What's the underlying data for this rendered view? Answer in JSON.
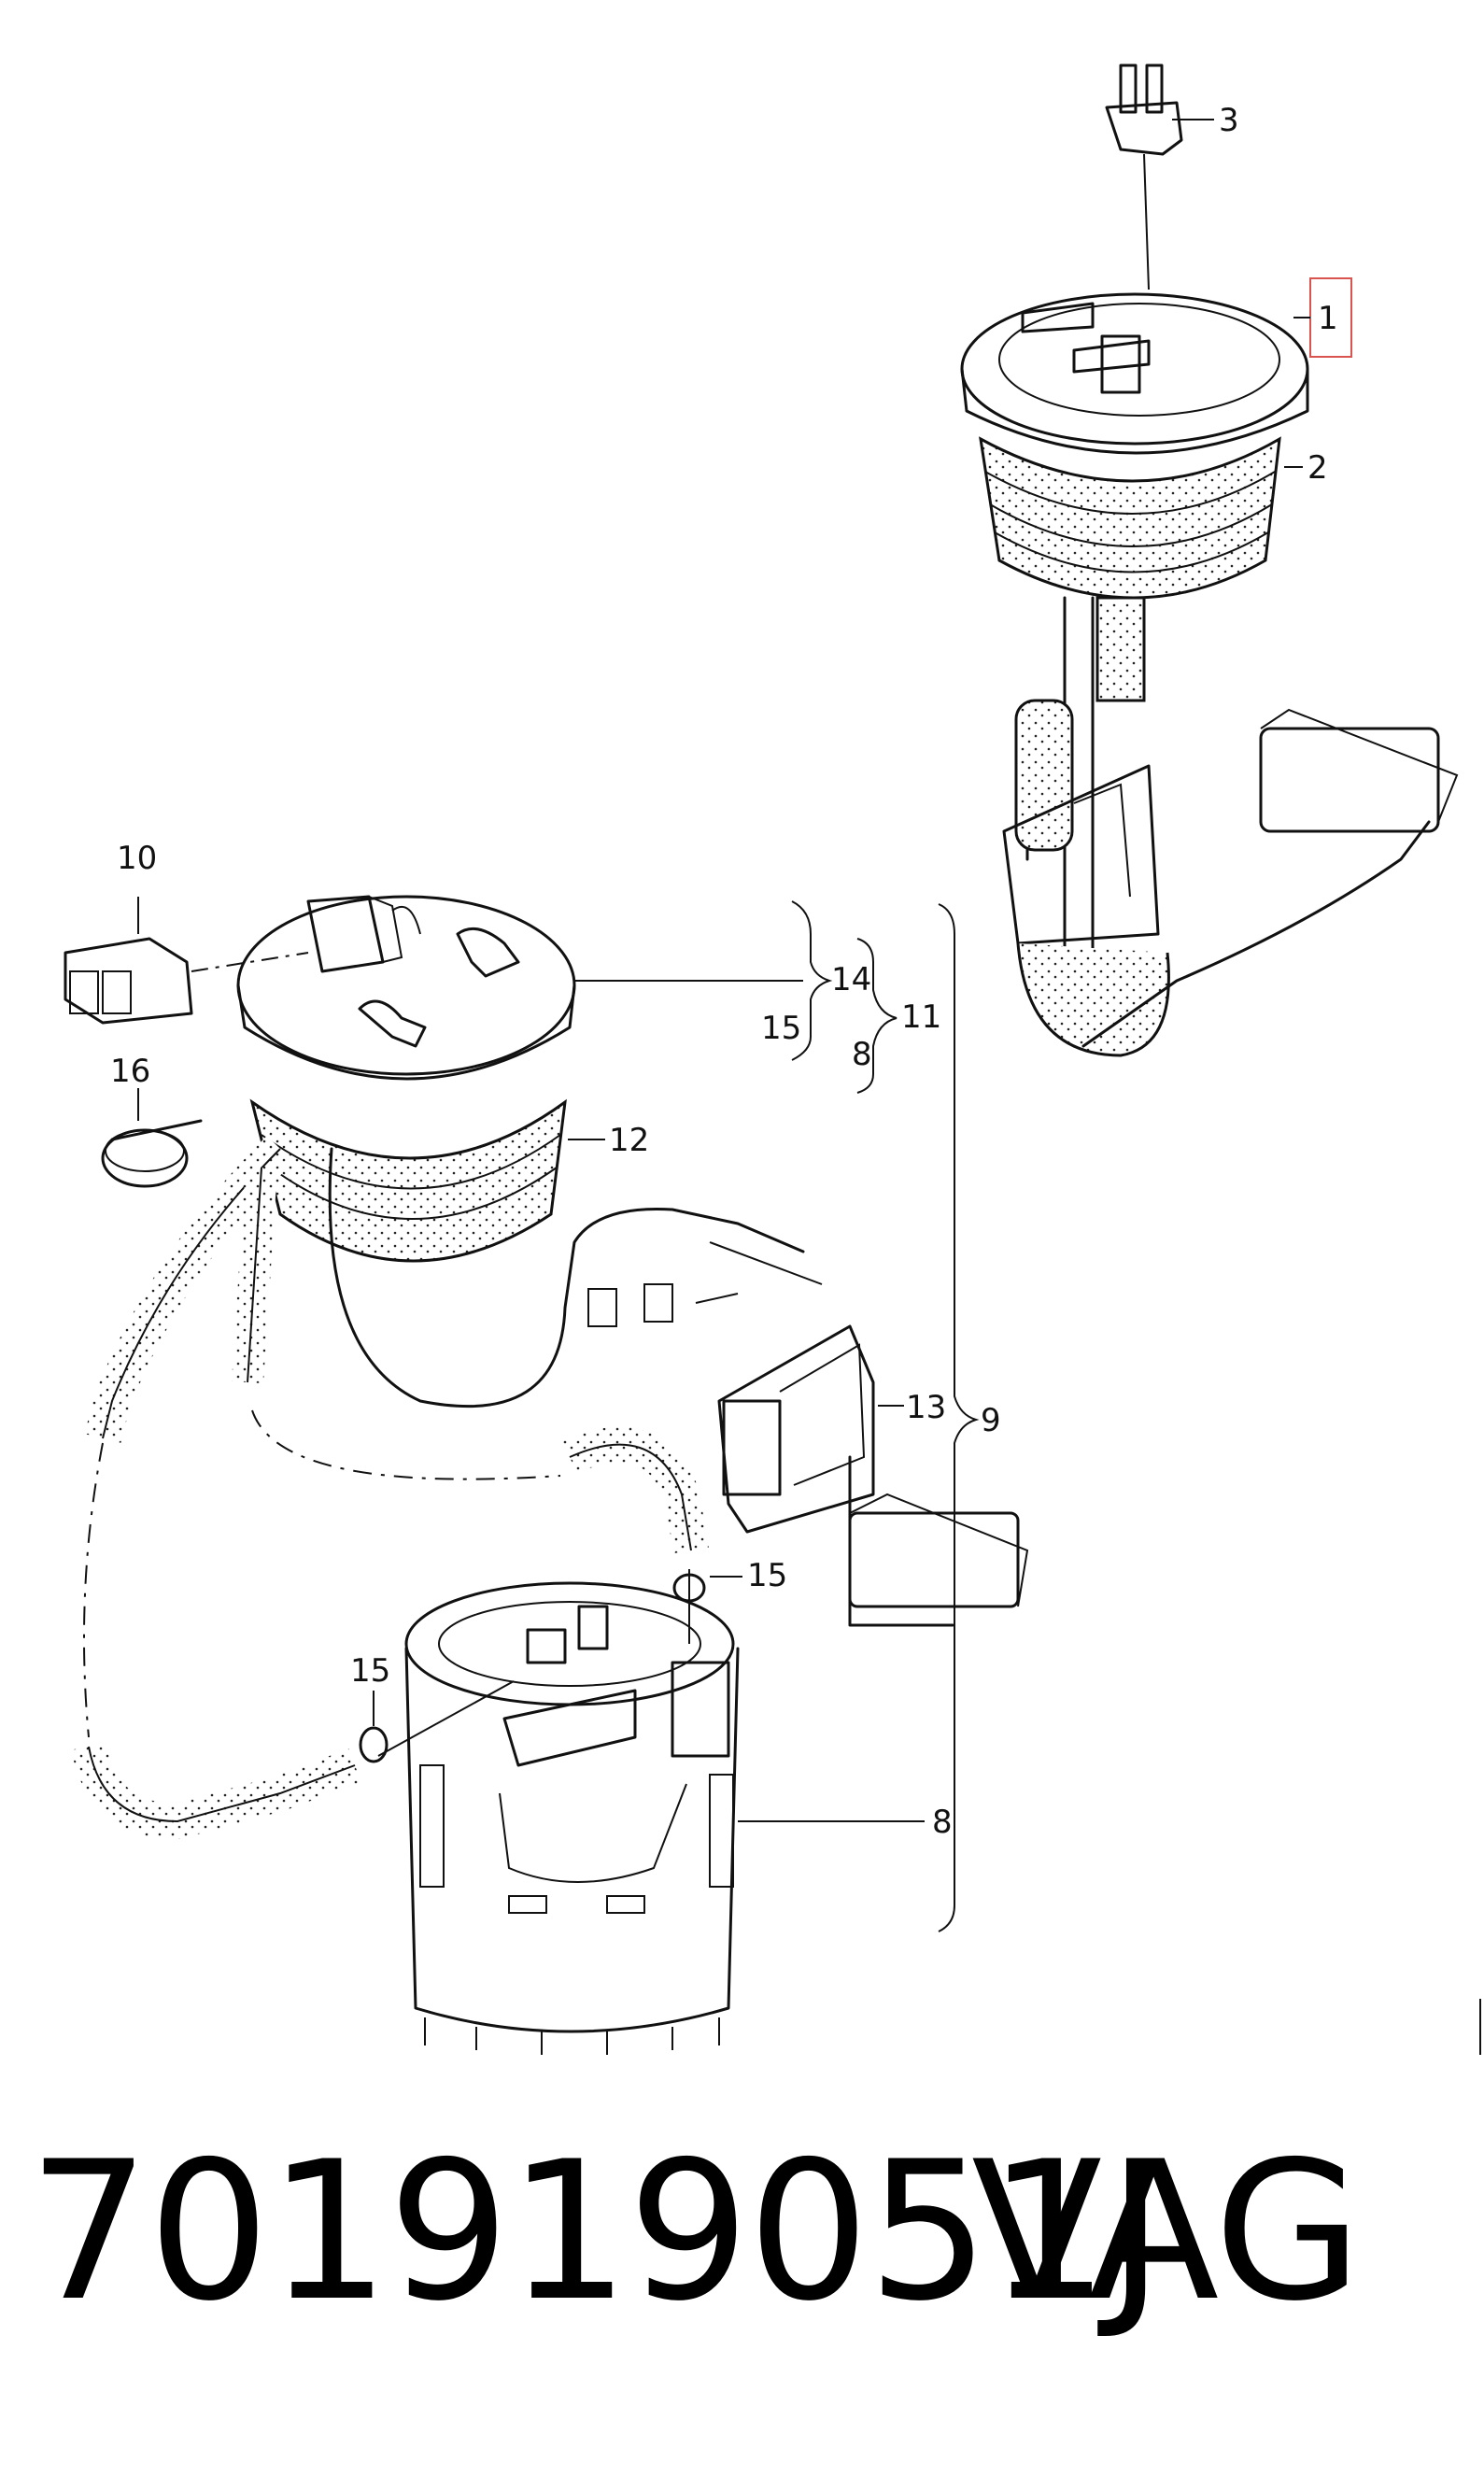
{
  "callouts": {
    "c1": "1",
    "c2": "2",
    "c3": "3",
    "c8a": "8",
    "c8b": "8",
    "c9": "9",
    "c10": "10",
    "c11": "11",
    "c12": "12",
    "c13": "13",
    "c14": "14",
    "c15a": "15",
    "c15b": "15",
    "c15c": "15",
    "c16": "16"
  },
  "highlight_color": "#d9534f",
  "caption": {
    "part_number": "701919051J",
    "brand": "VAG"
  }
}
